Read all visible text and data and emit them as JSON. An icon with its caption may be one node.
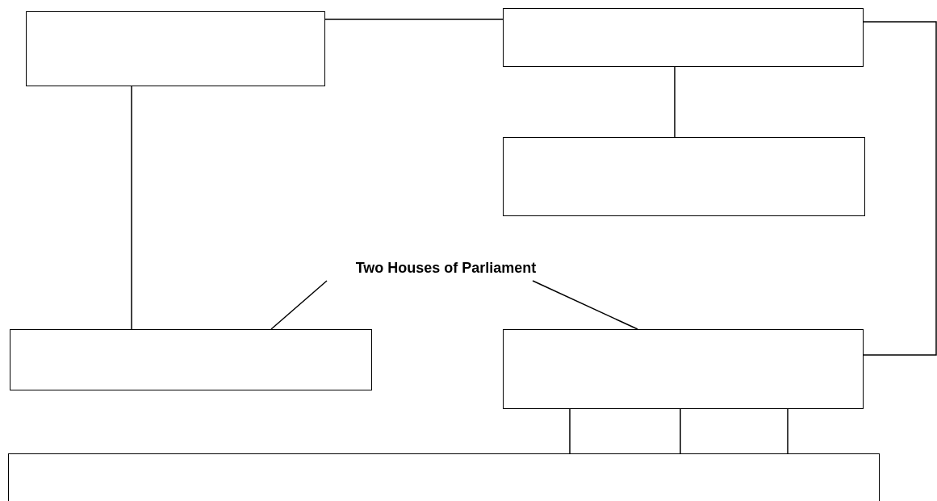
{
  "diagram": {
    "nodes": [
      {
        "text": [],
        "shape": "box"
      },
      {
        "text": [],
        "shape": "box"
      },
      {
        "text": [],
        "shape": "box"
      },
      {
        "text": [
          "Two Houses of Parliament"
        ]
      },
      {
        "text": [],
        "shape": "box"
      },
      {
        "text": [],
        "shape": "box"
      },
      {
        "text": [],
        "shape": "box"
      }
    ],
    "edges": [
      {
        "from": 0,
        "to": 1,
        "arrow": "none"
      },
      {
        "from": 1,
        "to": 2,
        "arrow": "none"
      },
      {
        "from": 1,
        "to": 5,
        "arrow": "none"
      },
      {
        "from": 0,
        "to": 4,
        "arrow": "none"
      },
      {
        "from": 3,
        "to": 4,
        "arrow": "none"
      },
      {
        "from": 3,
        "to": 5,
        "arrow": "none"
      },
      {
        "from": 5,
        "to": 6,
        "arrow": "none"
      },
      {
        "from": 5,
        "to": 6,
        "arrow": "none"
      },
      {
        "from": 5,
        "to": 6,
        "arrow": "none"
      }
    ]
  }
}
